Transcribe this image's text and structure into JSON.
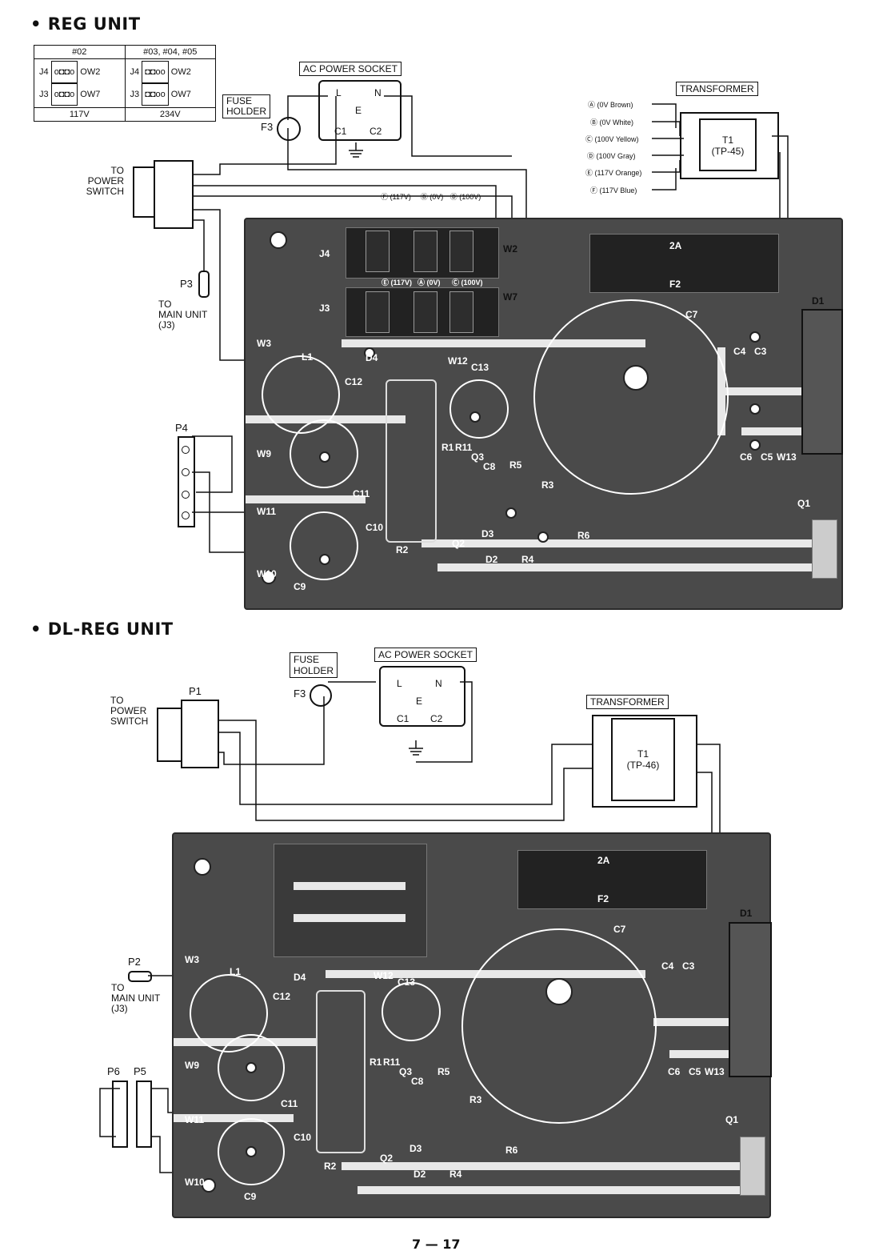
{
  "sections": {
    "reg_title": "• REG UNIT",
    "dlreg_title": "• DL-REG UNIT"
  },
  "jumper_table": {
    "col1_header": "#02",
    "col2_header": "#03, #04, #05",
    "row_j4_left": "J4",
    "row_j4_right": "OW2",
    "row_j3_left": "J3",
    "row_j3_right": "OW7",
    "foot1": "117V",
    "foot2": "234V"
  },
  "reg": {
    "ac_socket": "AC POWER SOCKET",
    "fuse_holder_1": "FUSE",
    "fuse_holder_2": "HOLDER",
    "f3": "F3",
    "to_power_1": "TO",
    "to_power_2": "POWER",
    "to_power_3": "SWITCH",
    "p3": "P3",
    "to_main_1": "TO",
    "to_main_2": "MAIN UNIT",
    "to_main_3": "(J3)",
    "p4": "P4",
    "transformer": "TRANSFORMER",
    "t1": "T1",
    "tp": "(TP-45)",
    "taps": [
      "Ⓐ (0V Brown)",
      "Ⓑ (0V White)",
      "Ⓒ (100V Yellow)",
      "Ⓓ (100V Gray)",
      "Ⓔ (117V Orange)",
      "Ⓕ (117V Blue)"
    ],
    "top_taps": [
      "Ⓕ (117V)",
      "Ⓑ (0V)",
      "Ⓓ (100V)"
    ],
    "mid_taps": [
      "Ⓔ (117V)",
      "Ⓐ (0V)",
      "Ⓒ (100V)"
    ],
    "pcb": {
      "j4": "J4",
      "j3": "J3",
      "w2": "W2",
      "w7": "W7",
      "w3": "W3",
      "w9": "W9",
      "w11": "W11",
      "w10": "W10",
      "l1": "L1",
      "c12": "C12",
      "d4": "D4",
      "w12": "W12",
      "c13": "C13",
      "c7": "C7",
      "f2": "F2",
      "f2_rating": "2A",
      "c11": "C11",
      "c10": "C10",
      "c9": "C9",
      "r2": "R2",
      "r1": "R1",
      "r11": "R11",
      "q3": "Q3",
      "c8": "C8",
      "r5": "R5",
      "r3": "R3",
      "r6": "R6",
      "d3": "D3",
      "q2": "Q2",
      "d2": "D2",
      "r4": "R4",
      "q1": "Q1",
      "d1": "D1",
      "c4": "C4",
      "c3": "C3",
      "c6": "C6",
      "c5": "C5",
      "w13": "W13"
    }
  },
  "dlreg": {
    "ac_socket": "AC POWER SOCKET",
    "fuse_holder_1": "FUSE",
    "fuse_holder_2": "HOLDER",
    "f3": "F3",
    "p1": "P1",
    "to_power_1": "TO",
    "to_power_2": "POWER",
    "to_power_3": "SWITCH",
    "p2": "P2",
    "to_main_1": "TO",
    "to_main_2": "MAIN UNIT",
    "to_main_3": "(J3)",
    "p6": "P6",
    "p5": "P5",
    "transformer": "TRANSFORMER",
    "t1": "T1",
    "tp": "(TP-46)",
    "pcb": {
      "w3": "W3",
      "w9": "W9",
      "w11": "W11",
      "w10": "W10",
      "l1": "L1",
      "c12": "C12",
      "d4": "D4",
      "w12": "W12",
      "c13": "C13",
      "c7": "C7",
      "f2": "F2",
      "f2_rating": "2A",
      "c11": "C11",
      "c10": "C10",
      "c9": "C9",
      "r2": "R2",
      "r1": "R1",
      "r11": "R11",
      "q3": "Q3",
      "c8": "C8",
      "r5": "R5",
      "r3": "R3",
      "r6": "R6",
      "d3": "D3",
      "q2": "Q2",
      "d2": "D2",
      "r4": "R4",
      "q1": "Q1",
      "d1": "D1",
      "c4": "C4",
      "c3": "C3",
      "c6": "C6",
      "c5": "C5",
      "w13": "W13"
    }
  },
  "socket_labels": {
    "l": "L",
    "n": "N",
    "e": "E",
    "c1": "C1",
    "c2": "C2"
  },
  "page_number": "7 — 17"
}
